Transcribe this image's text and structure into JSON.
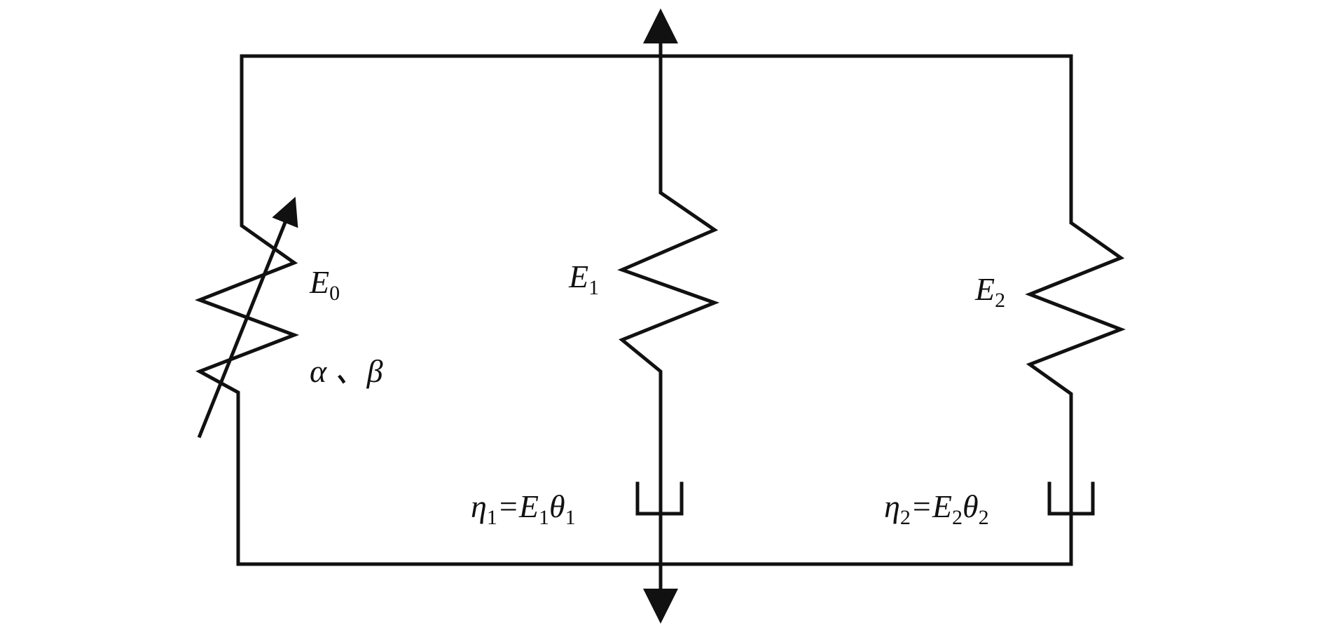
{
  "labels": {
    "e0": {
      "main": "E",
      "sub": "0"
    },
    "e1": {
      "main": "E",
      "sub": "1"
    },
    "e2": {
      "main": "E",
      "sub": "2"
    },
    "alpha_beta": "α 、β",
    "eta1": {
      "eta": "η",
      "eta_sub": "1",
      "eq": "=E",
      "e_sub": "1",
      "theta": "θ",
      "theta_sub": "1"
    },
    "eta2": {
      "eta": "η",
      "eta_sub": "2",
      "eq": "=E",
      "e_sub": "2",
      "theta": "θ",
      "theta_sub": "2"
    }
  },
  "colors": {
    "stroke": "#111111",
    "background": "#ffffff"
  }
}
